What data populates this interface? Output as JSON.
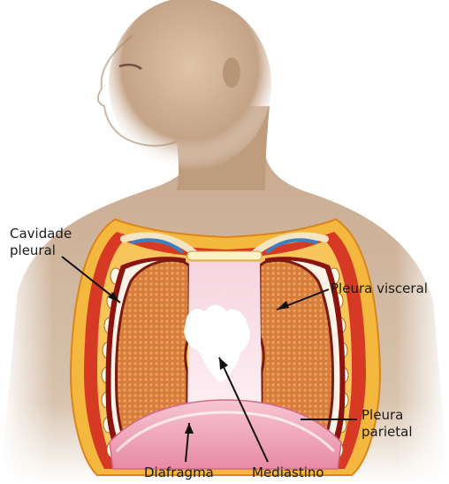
{
  "labels": {
    "cavidade_line1": "Cavidade",
    "cavidade_line2": "pleural",
    "pleura_visceral": "Pleura visceral",
    "pleura_parietal_line1": "Pleura",
    "pleura_parietal_line2": "parietal",
    "diafragma": "Diafragma",
    "mediastino": "Mediastino"
  },
  "colors": {
    "skin": "#c9a98a",
    "rib_cage": "#f2b43a",
    "pleura_red": "#c9241c",
    "lung": "#d9823e",
    "diaphragm": "#f4b3c4",
    "mediastinum": "#fbe6ec"
  }
}
